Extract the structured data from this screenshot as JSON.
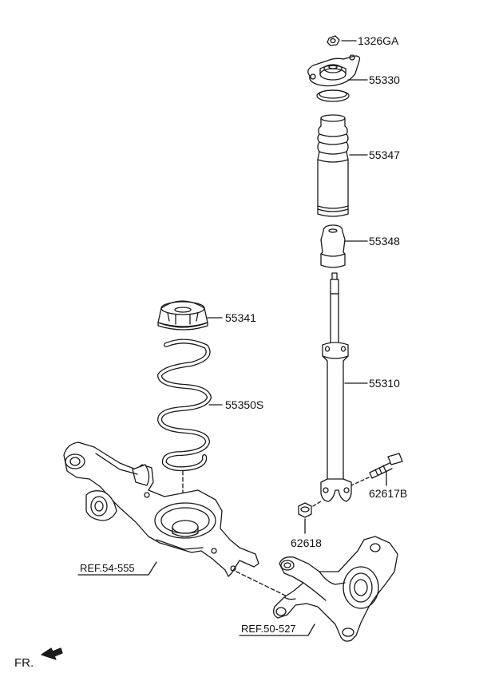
{
  "parts": {
    "nut_top": "1326GA",
    "insulator_mount": "55330",
    "dust_cover": "55347",
    "bumper": "55348",
    "spring_pad": "55341",
    "coil_spring": "55350S",
    "shock_absorber": "55310",
    "bolt": "62617B",
    "nut_lower": "62618"
  },
  "references": {
    "lower_arm": "REF.54-555",
    "knuckle": "REF.50-527"
  },
  "direction": {
    "label": "FR."
  },
  "colors": {
    "line": "#1a1a1a",
    "fill": "#ffffff"
  }
}
